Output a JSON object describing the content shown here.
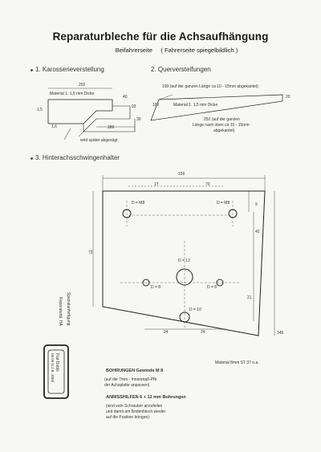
{
  "header": {
    "title": "Reparaturbleche für die Achsaufhängung",
    "subtitle_left": "Beifahrerseite",
    "subtitle_right": "( Fahrerseite spiegelbildlich )"
  },
  "section1": {
    "heading": "1. Karosserieverstellung",
    "material": "Material 1. 1,5 mm Dicke",
    "dims": {
      "top": "202",
      "left": "1,5",
      "right_top": "40",
      "right_mid": "93",
      "right_bot": "30",
      "bottom": "286",
      "bottom_left": "1,6"
    },
    "note": "wird später abgesägt"
  },
  "section2": {
    "heading": "2. Querversteifungen",
    "note_top": "190 (auf der ganzen Länge ca 10 - 15mm abgekantet)",
    "left_dim": "100",
    "material": "Material 1. 1,5 mm Dicke",
    "right_dim": "20",
    "note_bottom_1": "252 (auf der ganzen",
    "note_bottom_2": "Länge nach oben ca 10 - 15mm",
    "note_bottom_3": "abgekantet)"
  },
  "section3": {
    "heading": "3. Hinterachsschwingenhalter",
    "dims": {
      "width": "156",
      "seg1": "17",
      "seg2": "70",
      "d_top_left": "D = M8",
      "d_top_right": "D = M8",
      "right_small": "9",
      "right_mid": "42",
      "left_height": "72",
      "right_height": "145",
      "bottom_seg1": "24",
      "bottom_seg2": "24",
      "side_21": "21"
    },
    "holes": {
      "d12": "D = 12",
      "d8_left": "D = 8",
      "d8_right": "D = 8",
      "d10": "D = 10"
    },
    "material": "Material   8mm ST 37 o.a.",
    "bohrungen_title": "BOHRUNGEN  Gewinde M 8",
    "bohrungen_1": "(auf die 7mm - Innenmaß-Pfb",
    "bohrungen_2": "der Achsplatte anpassen)",
    "anriss_title": "ANRISSHILFEN   6 + 12 mm Bohrungen",
    "anriss_1": "(sind vom Schrauber anzufeilen",
    "anriss_2": "und damit am Bodenblech wieder",
    "anriss_3": "auf die Position bringen)"
  },
  "margin_text": {
    "vertical_1": "Reparaturbl. HA",
    "vertical_2": "Spezialanfertigung"
  },
  "stamp": {
    "line1": "Fiat Doblò",
    "line2": "06.09  N.J.B. 2009"
  }
}
